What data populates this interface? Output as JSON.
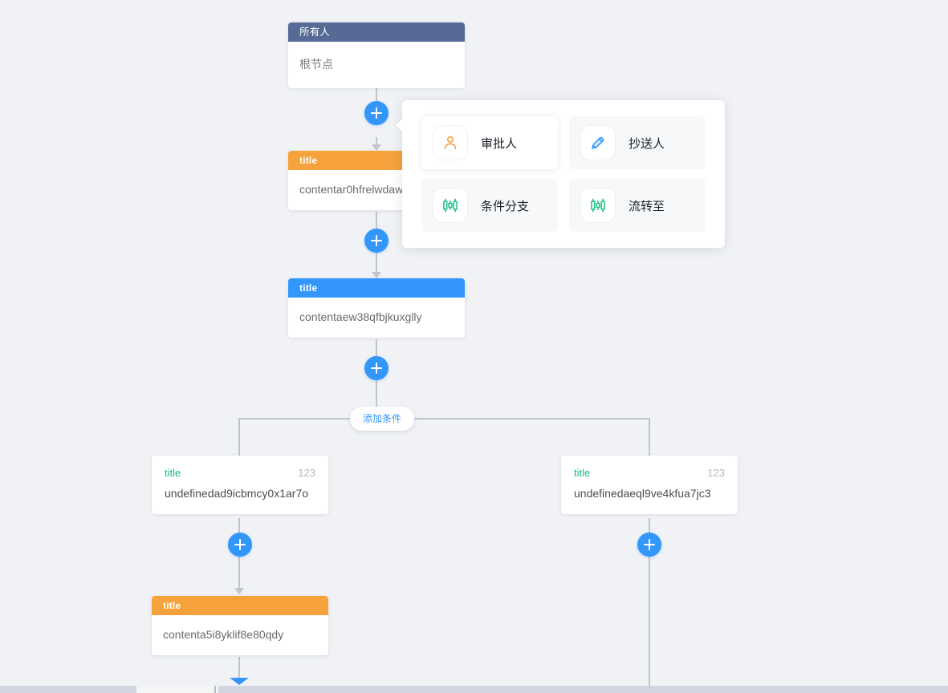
{
  "canvas": {
    "background_color": "#f0f2f5",
    "line_color": "#c0c4cc",
    "accent_color": "#3296fa"
  },
  "nodes": {
    "root": {
      "header": "所有人",
      "header_color": "#576a95",
      "content": "根节点"
    },
    "approver_1": {
      "header": "title",
      "header_color": "#f5a23d",
      "content": "contentar0hfrelwdaw"
    },
    "approver_2": {
      "header": "title",
      "header_color": "#3296fa",
      "content": "contentaew38qfbjkuxglly"
    },
    "branch_left_condition": {
      "title": "title",
      "priority": "123",
      "content": "undefinedad9icbmcy0x1ar7o"
    },
    "branch_right_condition": {
      "title": "title",
      "priority": "123",
      "content": "undefinedaeql9ve4kfua7jc3"
    },
    "branch_left_child": {
      "header": "title",
      "header_color": "#f5a23d",
      "content": "contenta5i8yklif8e80qdy"
    }
  },
  "add_condition_button": {
    "label": "添加条件",
    "color": "#3296fa"
  },
  "popup_menu": {
    "items": [
      {
        "label": "审批人",
        "icon": "user-icon",
        "icon_color": "#f5a23d",
        "active": true
      },
      {
        "label": "抄送人",
        "icon": "pen-icon",
        "icon_color": "#3296fa",
        "active": false
      },
      {
        "label": "条件分支",
        "icon": "branch-icon",
        "icon_color": "#15be7f",
        "active": false
      },
      {
        "label": "流转至",
        "icon": "branch-icon",
        "icon_color": "#15be7f",
        "active": false
      }
    ]
  },
  "plus_buttons": {
    "label": "+"
  }
}
